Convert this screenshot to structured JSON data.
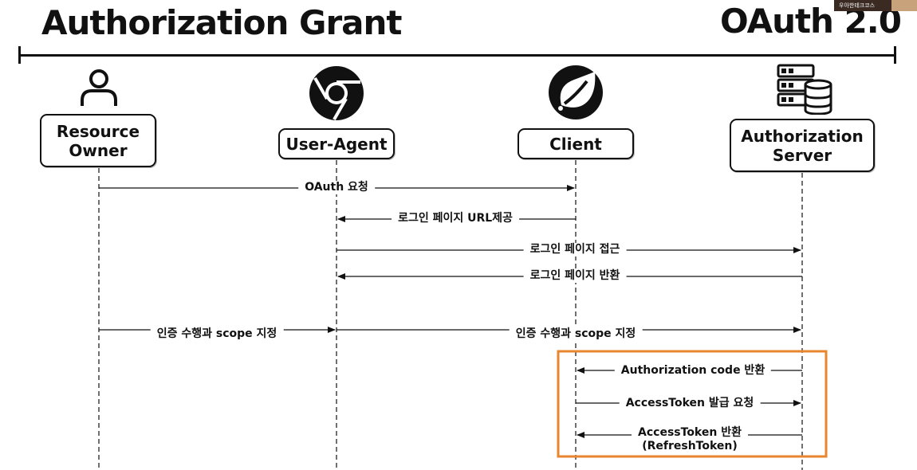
{
  "header": {
    "title": "Authorization Grant",
    "subtitle": "OAuth 2.0"
  },
  "watermark_text": "우아한테크코스",
  "actors": [
    {
      "id": "resource-owner",
      "label": "Resource\nOwner",
      "icon": "person-icon"
    },
    {
      "id": "user-agent",
      "label": "User-Agent",
      "icon": "chrome-icon"
    },
    {
      "id": "client",
      "label": "Client",
      "icon": "spring-leaf-icon"
    },
    {
      "id": "authorization-server",
      "label": "Authorization\nServer",
      "icon": "server-database-icon"
    }
  ],
  "messages": [
    {
      "id": "oauth-request",
      "label": "OAuth 요청",
      "from": "resource-owner",
      "to": "client"
    },
    {
      "id": "login-page-url",
      "label": "로그인 페이지 URL제공",
      "from": "client",
      "to": "user-agent"
    },
    {
      "id": "login-page-access",
      "label": "로그인 페이지 접근",
      "from": "user-agent",
      "to": "authorization-server"
    },
    {
      "id": "login-page-return",
      "label": "로그인 페이지 반환",
      "from": "authorization-server",
      "to": "user-agent"
    },
    {
      "id": "auth-scope-owner",
      "label": "인증 수행과 scope 지정",
      "from": "resource-owner",
      "to": "user-agent"
    },
    {
      "id": "auth-scope-agent",
      "label": "인증 수행과 scope 지정",
      "from": "user-agent",
      "to": "authorization-server"
    },
    {
      "id": "auth-code-return",
      "label": "Authorization code 반환",
      "from": "authorization-server",
      "to": "client"
    },
    {
      "id": "access-token-request",
      "label": "AccessToken 발급 요청",
      "from": "client",
      "to": "authorization-server"
    },
    {
      "id": "access-token-return",
      "label": "AccessToken 반환\n(RefreshToken)",
      "from": "authorization-server",
      "to": "client"
    }
  ],
  "colors": {
    "highlight_border": "#e8862e",
    "line": "#111111"
  }
}
